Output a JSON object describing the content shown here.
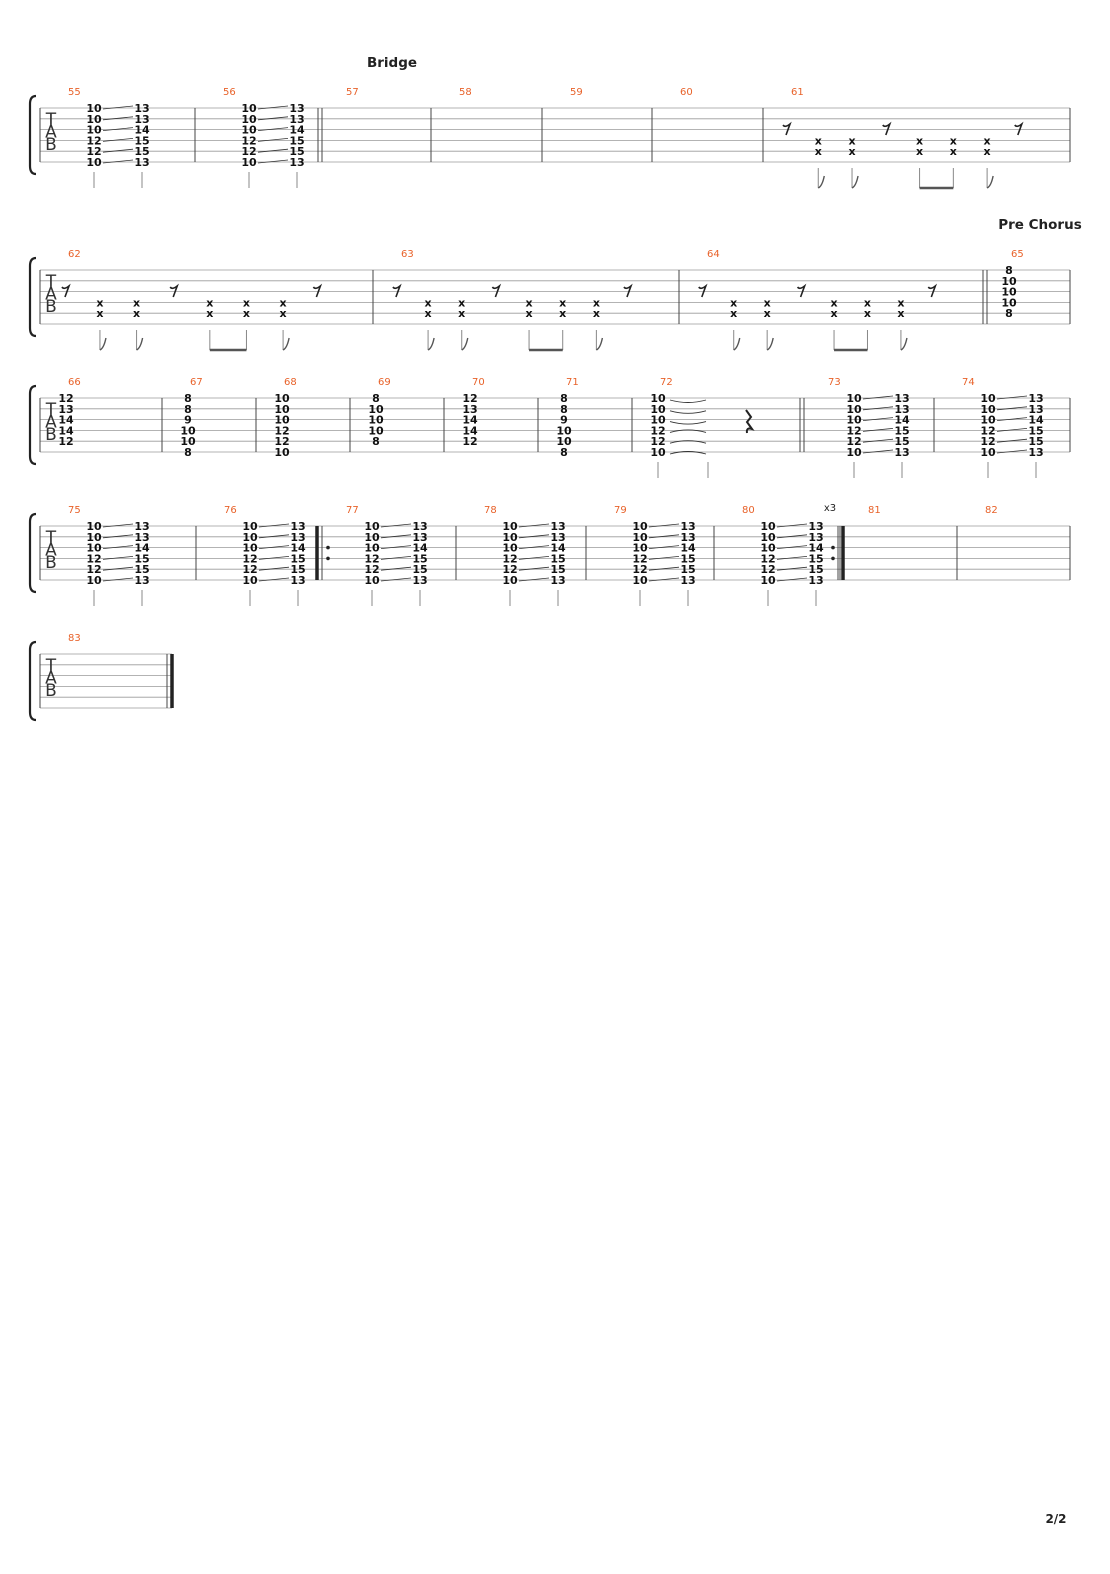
{
  "tab_label": [
    "T",
    "A",
    "B"
  ],
  "page_number": "2/2",
  "repeat_marker": "x3",
  "rows": [
    {
      "measures": [
        {
          "number": "55",
          "section": "",
          "chord": {
            "a": [
              "10",
              "10",
              "10",
              "12",
              "12",
              "10"
            ],
            "b": [
              "13",
              "13",
              "14",
              "15",
              "15",
              "13"
            ]
          }
        },
        {
          "number": "56",
          "section": "",
          "chord": {
            "a": [
              "10",
              "10",
              "10",
              "12",
              "12",
              "10"
            ],
            "b": [
              "13",
              "13",
              "14",
              "15",
              "15",
              "13"
            ]
          }
        },
        {
          "number": "57",
          "section": "Bridge",
          "start_double": true
        },
        {
          "number": "58",
          "section": ""
        },
        {
          "number": "59",
          "section": ""
        },
        {
          "number": "60",
          "section": ""
        },
        {
          "number": "61",
          "section": "",
          "percussion": true
        }
      ]
    },
    {
      "measures": [
        {
          "number": "62",
          "section": "",
          "percussion": true
        },
        {
          "number": "63",
          "section": "",
          "percussion": true
        },
        {
          "number": "64",
          "section": "",
          "percussion": true
        },
        {
          "number": "65",
          "section": "Pre Chorus",
          "start_double": true,
          "single": [
            "8",
            "10",
            "10",
            "10",
            "8"
          ]
        }
      ]
    },
    {
      "measures": [
        {
          "number": "66",
          "section": "",
          "single": [
            "12",
            "13",
            "14",
            "14",
            "12"
          ]
        },
        {
          "number": "67",
          "section": "",
          "single": [
            "8",
            "8",
            "9",
            "10",
            "10",
            "8"
          ]
        },
        {
          "number": "68",
          "section": "",
          "single": [
            "10",
            "10",
            "10",
            "12",
            "12",
            "10"
          ]
        },
        {
          "number": "69",
          "section": "",
          "single": [
            "8",
            "10",
            "10",
            "10",
            "8"
          ]
        },
        {
          "number": "70",
          "section": "",
          "single": [
            "12",
            "13",
            "14",
            "14",
            "12"
          ]
        },
        {
          "number": "71",
          "section": "",
          "single": [
            "8",
            "8",
            "9",
            "10",
            "10",
            "8"
          ]
        },
        {
          "number": "72",
          "section": "",
          "tied": [
            "10",
            "10",
            "10",
            "12",
            "12",
            "10"
          ]
        },
        {
          "number": "73",
          "section": "",
          "start_double": true,
          "chord": {
            "a": [
              "10",
              "10",
              "10",
              "12",
              "12",
              "10"
            ],
            "b": [
              "13",
              "13",
              "14",
              "15",
              "15",
              "13"
            ]
          }
        },
        {
          "number": "74",
          "section": "",
          "chord": {
            "a": [
              "10",
              "10",
              "10",
              "12",
              "12",
              "10"
            ],
            "b": [
              "13",
              "13",
              "14",
              "15",
              "15",
              "13"
            ]
          }
        }
      ]
    },
    {
      "measures": [
        {
          "number": "75",
          "section": "",
          "chord": {
            "a": [
              "10",
              "10",
              "10",
              "12",
              "12",
              "10"
            ],
            "b": [
              "13",
              "13",
              "14",
              "15",
              "15",
              "13"
            ]
          }
        },
        {
          "number": "76",
          "section": "",
          "chord": {
            "a": [
              "10",
              "10",
              "10",
              "12",
              "12",
              "10"
            ],
            "b": [
              "13",
              "13",
              "14",
              "15",
              "15",
              "13"
            ]
          }
        },
        {
          "number": "77",
          "section": "",
          "repeat_start": true,
          "chord": {
            "a": [
              "10",
              "10",
              "10",
              "12",
              "12",
              "10"
            ],
            "b": [
              "13",
              "13",
              "14",
              "15",
              "15",
              "13"
            ]
          }
        },
        {
          "number": "78",
          "section": "",
          "chord": {
            "a": [
              "10",
              "10",
              "10",
              "12",
              "12",
              "10"
            ],
            "b": [
              "13",
              "13",
              "14",
              "15",
              "15",
              "13"
            ]
          }
        },
        {
          "number": "79",
          "section": "",
          "chord": {
            "a": [
              "10",
              "10",
              "10",
              "12",
              "12",
              "10"
            ],
            "b": [
              "13",
              "13",
              "14",
              "15",
              "15",
              "13"
            ]
          }
        },
        {
          "number": "80",
          "section": "",
          "chord": {
            "a": [
              "10",
              "10",
              "10",
              "12",
              "12",
              "10"
            ],
            "b": [
              "13",
              "13",
              "14",
              "15",
              "15",
              "13"
            ]
          },
          "repeat_end": true
        },
        {
          "number": "81",
          "section": ""
        },
        {
          "number": "82",
          "section": ""
        }
      ]
    },
    {
      "measures": [
        {
          "number": "83",
          "section": "",
          "final": true
        }
      ]
    }
  ]
}
